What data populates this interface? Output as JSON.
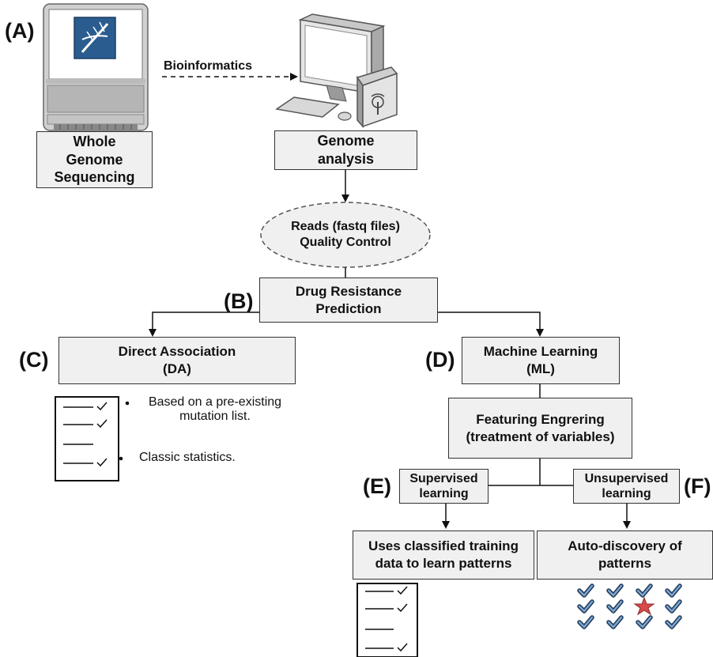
{
  "labels": {
    "a": "(A)",
    "b": "(B)",
    "c": "(C)",
    "d": "(D)",
    "e": "(E)",
    "f": "(F)"
  },
  "boxes": {
    "wgs": "Whole\nGenome\nSequencing",
    "genome": "Genome\nanalysis",
    "reads": "Reads (fastq files)\nQuality Control",
    "drug": "Drug Resistance\nPrediction",
    "da": "Direct Association\n(DA)",
    "ml": "Machine Learning\n(ML)",
    "feature": "Featuring Engrering\n(treatment of variables)",
    "supervised": "Supervised\nlearning",
    "unsupervised": "Unsupervised\nlearning",
    "uses": "Uses classified training\ndata to learn patterns",
    "auto": "Auto-discovery of\npatterns"
  },
  "arrow_label": "Bioinformatics",
  "da_bullets": [
    "Based on a pre-existing\nmutation list.",
    "Classic statistics."
  ],
  "colors": {
    "box_fill": "#f0f0f0",
    "checks": "#5a7fa3",
    "star": "#d94a4a",
    "dna_blue": "#2a5c8f"
  },
  "icons": [
    "sequencer-icon",
    "computer-icon",
    "checklist-icon",
    "checkmarks-icon"
  ]
}
